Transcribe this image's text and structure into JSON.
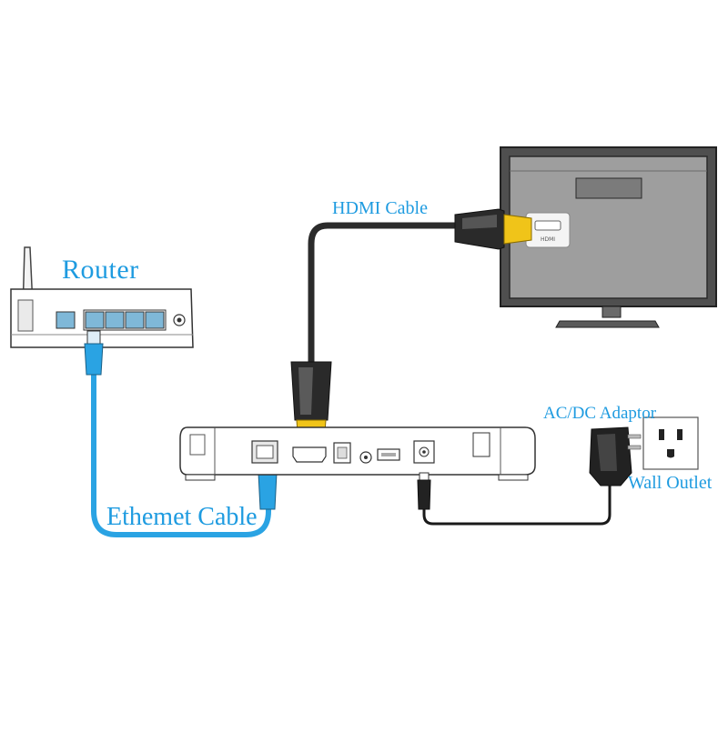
{
  "labels": {
    "router": "Router",
    "hdmi_cable": "HDMI Cable",
    "ethernet_cable": "Ethemet Cable",
    "ac_dc_adaptor": "AC/DC Adaptor",
    "wall_outlet": "Wall Outlet",
    "tv_port": "HDMI"
  },
  "colors": {
    "label_text": "#1e9be0",
    "ethernet_cable": "#2aa3e3",
    "hdmi_cable": "#2b2b2b",
    "power_cable": "#1a1a1a",
    "tv_frame": "#555555",
    "tv_screen": "#9c9c9c",
    "hdmi_connector_gold": "#f0c419",
    "device_outline": "#333333"
  }
}
